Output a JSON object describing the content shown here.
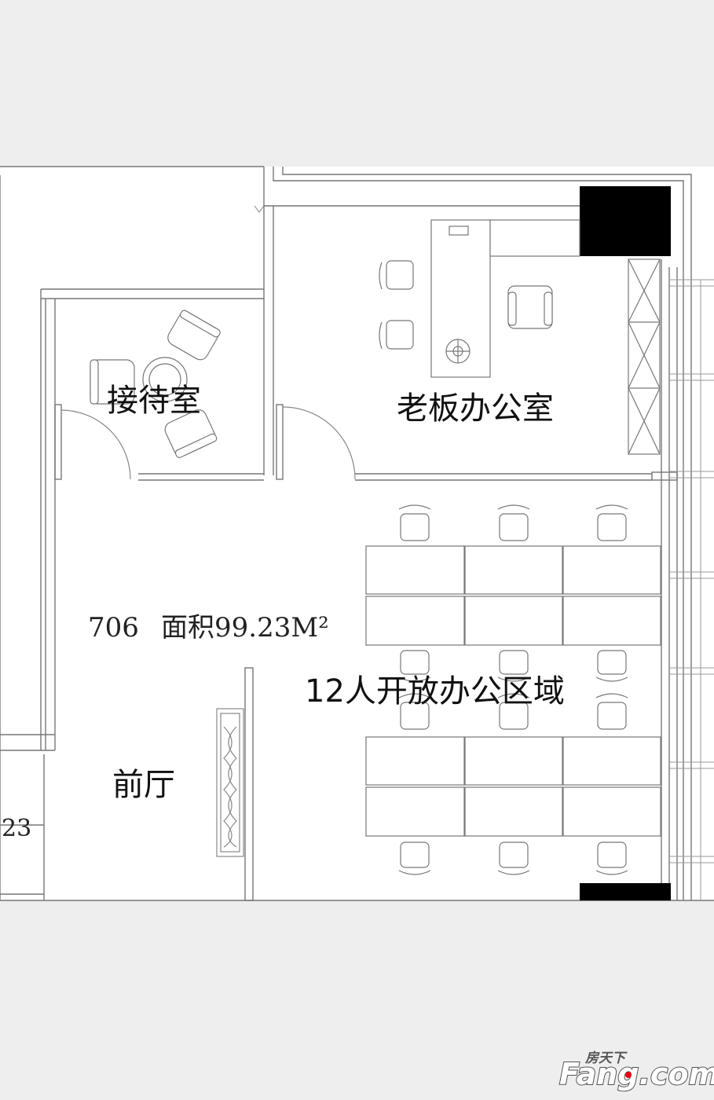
{
  "floor_plan": {
    "unit_number": "706",
    "area_text": "面积99.23M²",
    "side_number": "23",
    "rooms": {
      "reception": "接待室",
      "boss_office": "老板办公室",
      "open_office": "12人开放办公区域",
      "front_hall": "前厅"
    }
  },
  "watermark": {
    "brand_cn": "房天下",
    "brand_en": "Fang.com",
    "accent_color": "#e60012"
  },
  "colors": {
    "background": "#eeeeee",
    "paper": "#ffffff",
    "line": "#888888",
    "column": "#000000"
  }
}
